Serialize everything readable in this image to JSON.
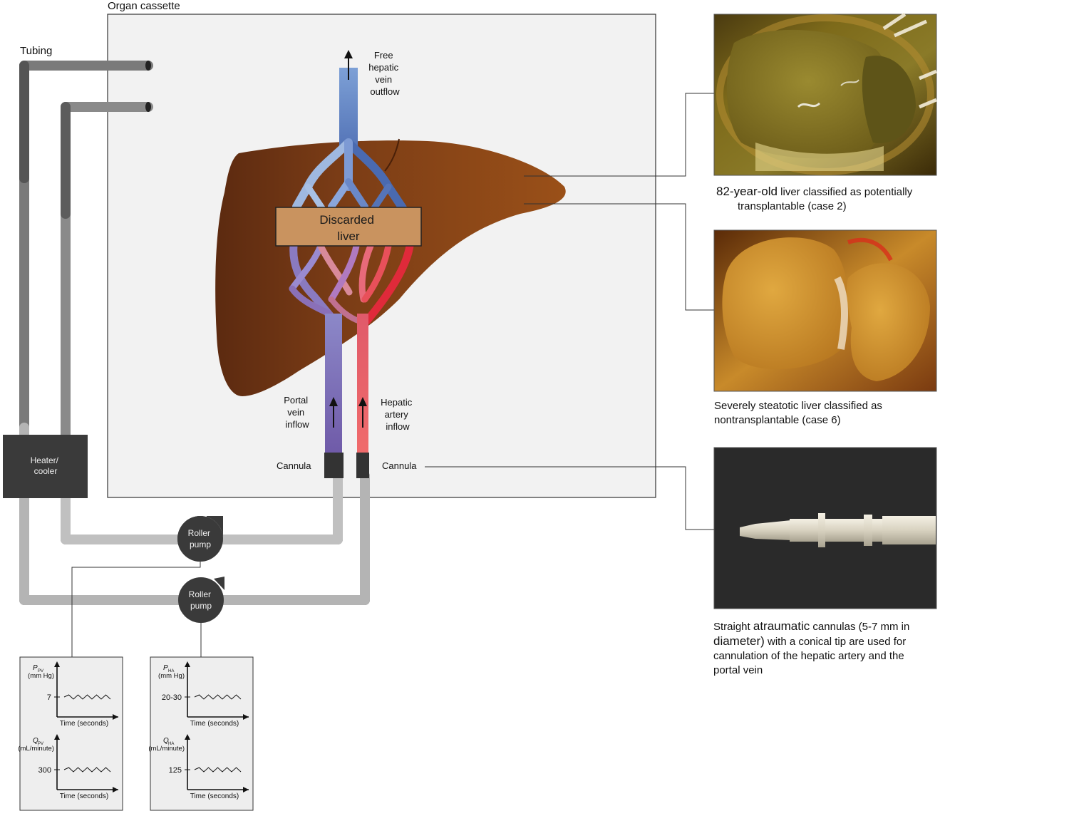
{
  "labels": {
    "organ_cassette": "Organ cassette",
    "tubing": "Tubing",
    "free_outflow": [
      "Free",
      "hepatic",
      "vein",
      "outflow"
    ],
    "discarded_liver": [
      "Discarded",
      "liver"
    ],
    "portal_inflow": [
      "Portal",
      "vein",
      "inflow"
    ],
    "hepatic_inflow": [
      "Hepatic",
      "artery",
      "inflow"
    ],
    "cannula_left": "Cannula",
    "cannula_right": "Cannula",
    "heater_cooler": [
      "Heater/",
      "cooler"
    ],
    "roller_pump_1": [
      "Roller",
      "pump"
    ],
    "roller_pump_2": [
      "Roller",
      "pump"
    ]
  },
  "graphs": {
    "portal": {
      "pressure_label": "P",
      "pressure_sub": "PV",
      "pressure_unit": "(mm Hg)",
      "pressure_value": "7",
      "flow_label": "Q",
      "flow_sub": "PV",
      "flow_unit": "(mL/minute)",
      "flow_value": "300",
      "xlabel": "Time (seconds)"
    },
    "hepatic": {
      "pressure_label": "P",
      "pressure_sub": "HA",
      "pressure_unit": "(mm Hg)",
      "pressure_value": "20-30",
      "flow_label": "Q",
      "flow_sub": "HA",
      "flow_unit": "(mL/minute)",
      "flow_value": "125",
      "xlabel": "Time (seconds)"
    }
  },
  "captions": {
    "case2": {
      "prefix": "82-year-old",
      "rest": " liver classified as potentially",
      "line2": "transplantable (case 2)"
    },
    "case6": {
      "line1": "Severely steatotic liver classified as",
      "line2": "nontransplantable (case 6)"
    },
    "cannula": {
      "l1a": "Straight ",
      "l1b": "atraumatic",
      "l1c": " cannulas (5-7 mm in",
      "l2a": "diameter)",
      "l2b": " with a conical tip are used for",
      "l3": "cannulation of the hepatic artery and the",
      "l4": "portal vein"
    }
  },
  "colors": {
    "liver": "#8b4a1e",
    "portal_vein": "#7b68b0",
    "hepatic_artery": "#e8464a",
    "hepatic_vein": "#6f90c8",
    "tubing": "#8a8a8a",
    "device": "#3a3a3a",
    "cassette": "#f2f2f2"
  }
}
